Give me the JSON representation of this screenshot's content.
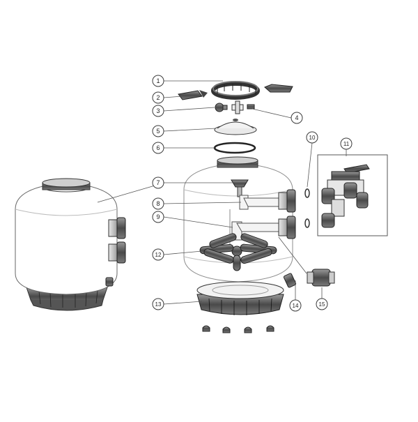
{
  "callouts": [
    {
      "number": "1"
    },
    {
      "number": "2"
    },
    {
      "number": "3"
    },
    {
      "number": "4"
    },
    {
      "number": "5"
    },
    {
      "number": "6"
    },
    {
      "number": "7"
    },
    {
      "number": "8"
    },
    {
      "number": "9"
    },
    {
      "number": "10"
    },
    {
      "number": "11"
    },
    {
      "number": "12"
    },
    {
      "number": "13"
    },
    {
      "number": "14"
    },
    {
      "number": "15"
    }
  ],
  "colors": {
    "line": "#3a3a3a",
    "part_dark": "#555555",
    "part_light": "#bdbdbd",
    "background": "#ffffff"
  }
}
